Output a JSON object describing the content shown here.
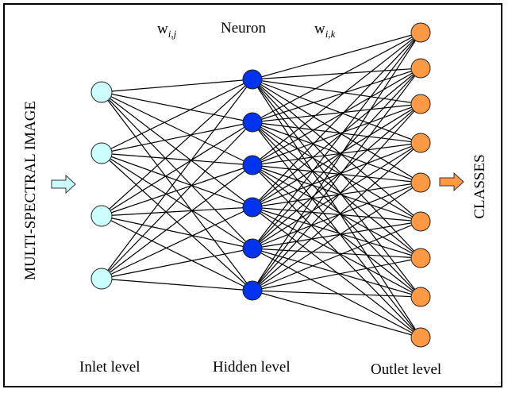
{
  "labels": {
    "input_side": "MULTI-SPECTRAL IMAGE",
    "output_side": "CLASSES",
    "neuron": "Neuron",
    "w_ij_base": "w",
    "w_ij_sub": "i,j",
    "w_ik_base": "w",
    "w_ik_sub": "i,k",
    "inlet": "Inlet level",
    "hidden": "Hidden level",
    "outlet": "Outlet level"
  },
  "network": {
    "input_count": 4,
    "hidden_count": 6,
    "output_count": 9
  },
  "colors": {
    "input_fill": "#ccffff",
    "hidden_fill": "#0033ee",
    "output_fill": "#ff9944",
    "input_arrow": "#ccffff",
    "output_arrow": "#ff9944",
    "line": "#000000"
  }
}
